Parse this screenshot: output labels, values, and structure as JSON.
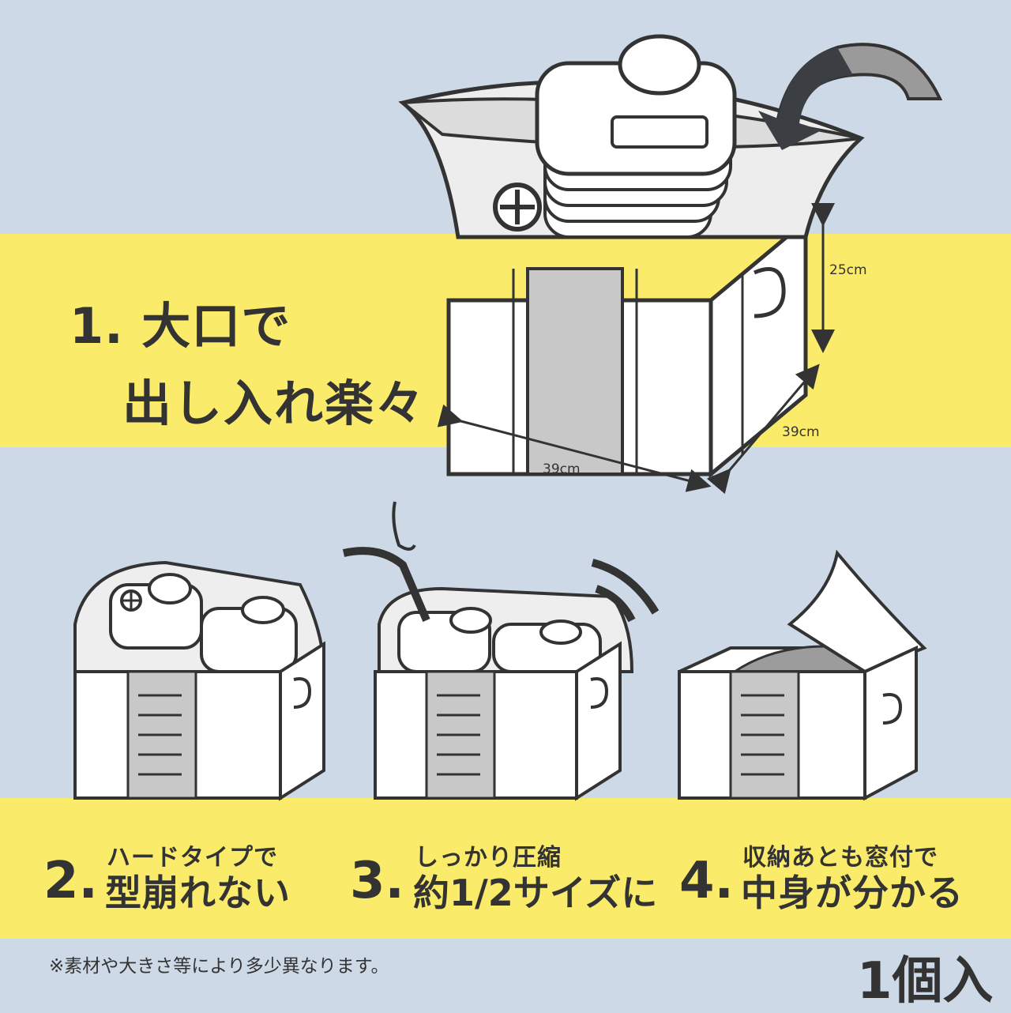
{
  "headline": {
    "line1": "1. 大口で",
    "line2": "出し入れ楽々"
  },
  "dimensions": {
    "height": "25cm",
    "width": "39cm",
    "depth": "39cm"
  },
  "steps": [
    {
      "number": "2.",
      "sub": "ハードタイプで",
      "main": "型崩れない"
    },
    {
      "number": "3.",
      "sub": "しっかり圧縮",
      "main": "約1/2サイズに"
    },
    {
      "number": "4.",
      "sub": "収納あとも窓付で",
      "main": "中身が分かる"
    }
  ],
  "footnote": "※素材や大きさ等により多少異なります。",
  "quantity": "1個入",
  "colors": {
    "background": "#cdd9e6",
    "band": "#faec6a",
    "ink": "#333333"
  }
}
